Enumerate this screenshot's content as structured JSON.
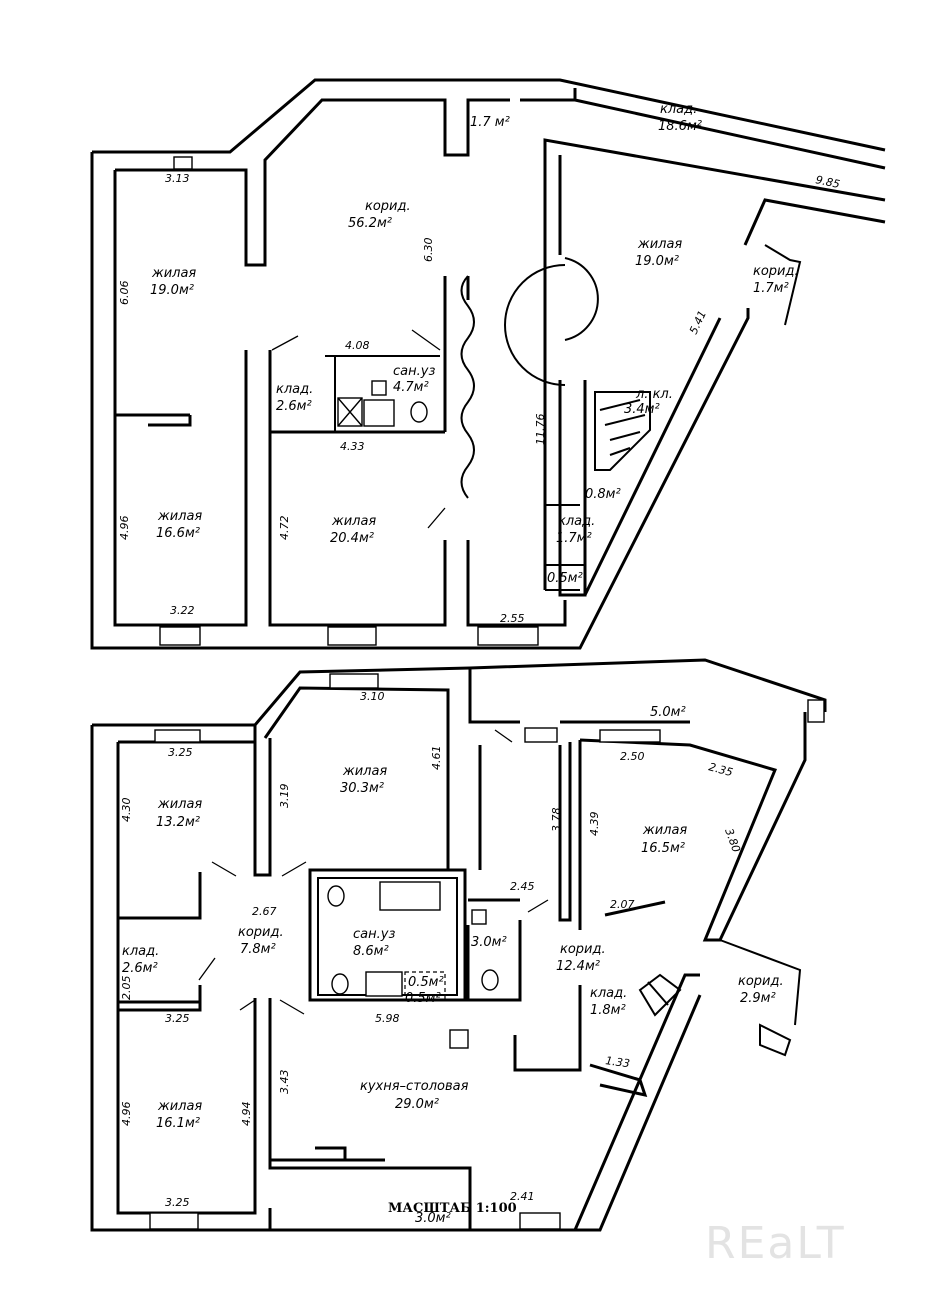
{
  "upper_floor": {
    "rooms": [
      {
        "id": "u-corridor-main",
        "name": "корид.",
        "area": "56.2м²"
      },
      {
        "id": "u-storage-top-left",
        "name": "",
        "area": "1.7 м²"
      },
      {
        "id": "u-storage-top",
        "name": "клад.",
        "area": "18.6м²"
      },
      {
        "id": "u-living-left-top",
        "name": "жилая",
        "area": "19.0м²"
      },
      {
        "id": "u-living-left-bottom",
        "name": "жилая",
        "area": "16.6м²"
      },
      {
        "id": "u-storage-mid",
        "name": "клад.",
        "area": "2.6м²"
      },
      {
        "id": "u-bathroom",
        "name": "сан.уз",
        "area": "4.7м²"
      },
      {
        "id": "u-living-center",
        "name": "жилая",
        "area": "20.4м²"
      },
      {
        "id": "u-living-right",
        "name": "жилая",
        "area": "19.0м²"
      },
      {
        "id": "u-corridor-small",
        "name": "корид.",
        "area": "1.7м²"
      },
      {
        "id": "u-stair",
        "name": "л. кл.",
        "area": "3.4м²"
      },
      {
        "id": "u-closet-08",
        "name": "",
        "area": "0.8м²"
      },
      {
        "id": "u-storage-low",
        "name": "клад.",
        "area": "1.7м²"
      },
      {
        "id": "u-closet-05",
        "name": "",
        "area": "0.5м²"
      }
    ],
    "dimensions": [
      "3.13",
      "6.06",
      "4.96",
      "3.22",
      "6.30",
      "4.08",
      "4.33",
      "4.72",
      "2.55",
      "11.76",
      "5.41",
      "9.85"
    ]
  },
  "lower_floor": {
    "rooms": [
      {
        "id": "l-living-top-left",
        "name": "жилая",
        "area": "13.2м²"
      },
      {
        "id": "l-living-top-center",
        "name": "жилая",
        "area": "30.3м²"
      },
      {
        "id": "l-terrace",
        "name": "",
        "area": "5.0м²"
      },
      {
        "id": "l-living-right",
        "name": "жилая",
        "area": "16.5м²"
      },
      {
        "id": "l-corridor-left",
        "name": "корид.",
        "area": "7.8м²"
      },
      {
        "id": "l-storage-left",
        "name": "клад.",
        "area": "2.6м²"
      },
      {
        "id": "l-bathroom",
        "name": "сан.уз",
        "area": "8.6м²"
      },
      {
        "id": "l-closet-a",
        "name": "",
        "area": "0.5м²"
      },
      {
        "id": "l-closet-b",
        "name": "",
        "area": "0.5м²"
      },
      {
        "id": "l-wc",
        "name": "",
        "area": "3.0м²"
      },
      {
        "id": "l-corridor-center",
        "name": "корид.",
        "area": "12.4м²"
      },
      {
        "id": "l-storage-stair",
        "name": "клад.",
        "area": "1.8м²"
      },
      {
        "id": "l-corridor-right",
        "name": "корид.",
        "area": "2.9м²"
      },
      {
        "id": "l-living-bottom-left",
        "name": "жилая",
        "area": "16.1м²"
      },
      {
        "id": "l-kitchen",
        "name": "кухня–столовая",
        "area": "29.0м²"
      },
      {
        "id": "l-closet-bottom",
        "name": "",
        "area": "3.0м²"
      }
    ],
    "dimensions": [
      "3.10",
      "3.25",
      "4.30",
      "3.19",
      "4.61",
      "2.50",
      "2.35",
      "3.78",
      "4.39",
      "3.80",
      "2.07",
      "2.45",
      "2.67",
      "2.05",
      "3.25",
      "5.98",
      "1.33",
      "3.43",
      "4.96",
      "4.94",
      "3.25",
      "2.41"
    ]
  },
  "scale_label": "МАСШТАБ 1:100",
  "watermark": "REaLT",
  "colors": {
    "ink": "#000000",
    "paper": "#ffffff",
    "watermark": "#e3e3e3"
  }
}
